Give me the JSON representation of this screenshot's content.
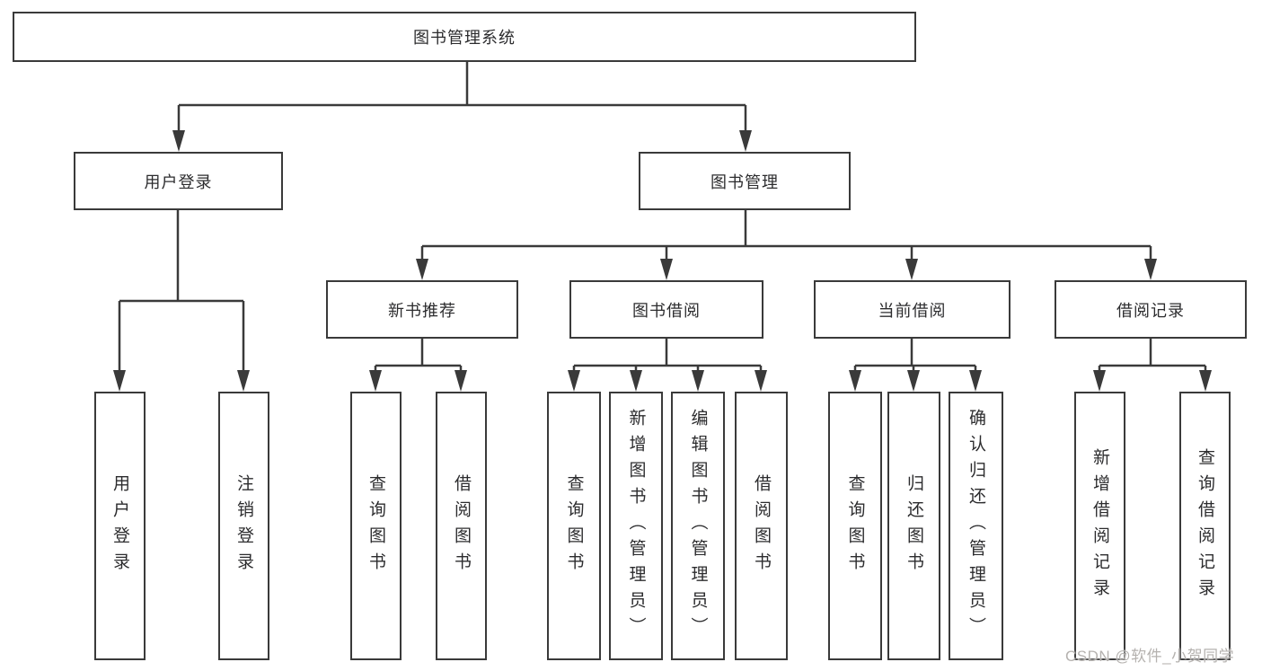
{
  "nodes": {
    "root": "图书管理系统",
    "l2": [
      "用户登录",
      "图书管理"
    ],
    "l3": [
      "新书推荐",
      "图书借阅",
      "当前借阅",
      "借阅记录"
    ],
    "leaves": [
      "用户登录",
      "注销登录",
      "查询图书",
      "借阅图书",
      "查询图书",
      "新增图书（管理员）",
      "编辑图书（管理员）",
      "借阅图书",
      "查询图书",
      "归还图书",
      "确认归还（管理员）",
      "新增借阅记录",
      "查询借阅记录"
    ]
  },
  "hierarchy": {
    "图书管理系统": [
      "用户登录",
      "图书管理"
    ],
    "用户登录": [
      "用户登录",
      "注销登录"
    ],
    "图书管理": [
      "新书推荐",
      "图书借阅",
      "当前借阅",
      "借阅记录"
    ],
    "新书推荐": [
      "查询图书",
      "借阅图书"
    ],
    "图书借阅": [
      "查询图书",
      "新增图书（管理员）",
      "编辑图书（管理员）",
      "借阅图书"
    ],
    "当前借阅": [
      "查询图书",
      "归还图书",
      "确认归还（管理员）"
    ],
    "借阅记录": [
      "新增借阅记录",
      "查询借阅记录"
    ]
  },
  "watermark": "CSDN @软件_小贺同学",
  "colors": {
    "background": "#ffffff",
    "line": "#3a3a3a",
    "text": "#2c2c2e",
    "watermark": "#b5b2af"
  }
}
